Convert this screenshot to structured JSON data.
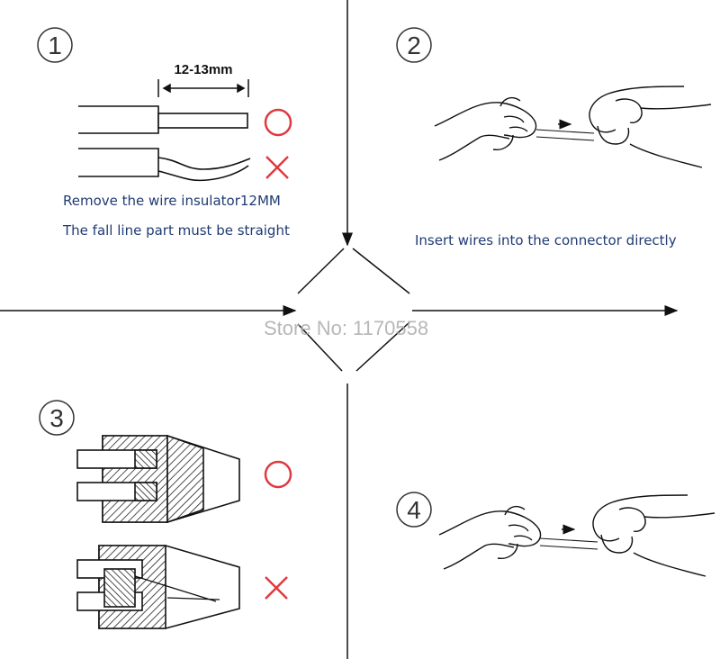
{
  "steps": [
    {
      "number": "1",
      "dimension": "12-13mm",
      "captions": [
        "Remove the wire insulator12MM",
        "The fall line part must be straight"
      ]
    },
    {
      "number": "2",
      "captions": [
        "Insert wires  into the connector directly"
      ]
    },
    {
      "number": "3"
    },
    {
      "number": "4"
    }
  ],
  "watermark": "Store No: 1170558",
  "marks": {
    "correct": "circle-mark",
    "wrong": "x-mark"
  },
  "colors": {
    "line": "#111111",
    "caption": "#1f3b73",
    "mark": "#e0393e",
    "watermark": "#aaaaaa"
  }
}
